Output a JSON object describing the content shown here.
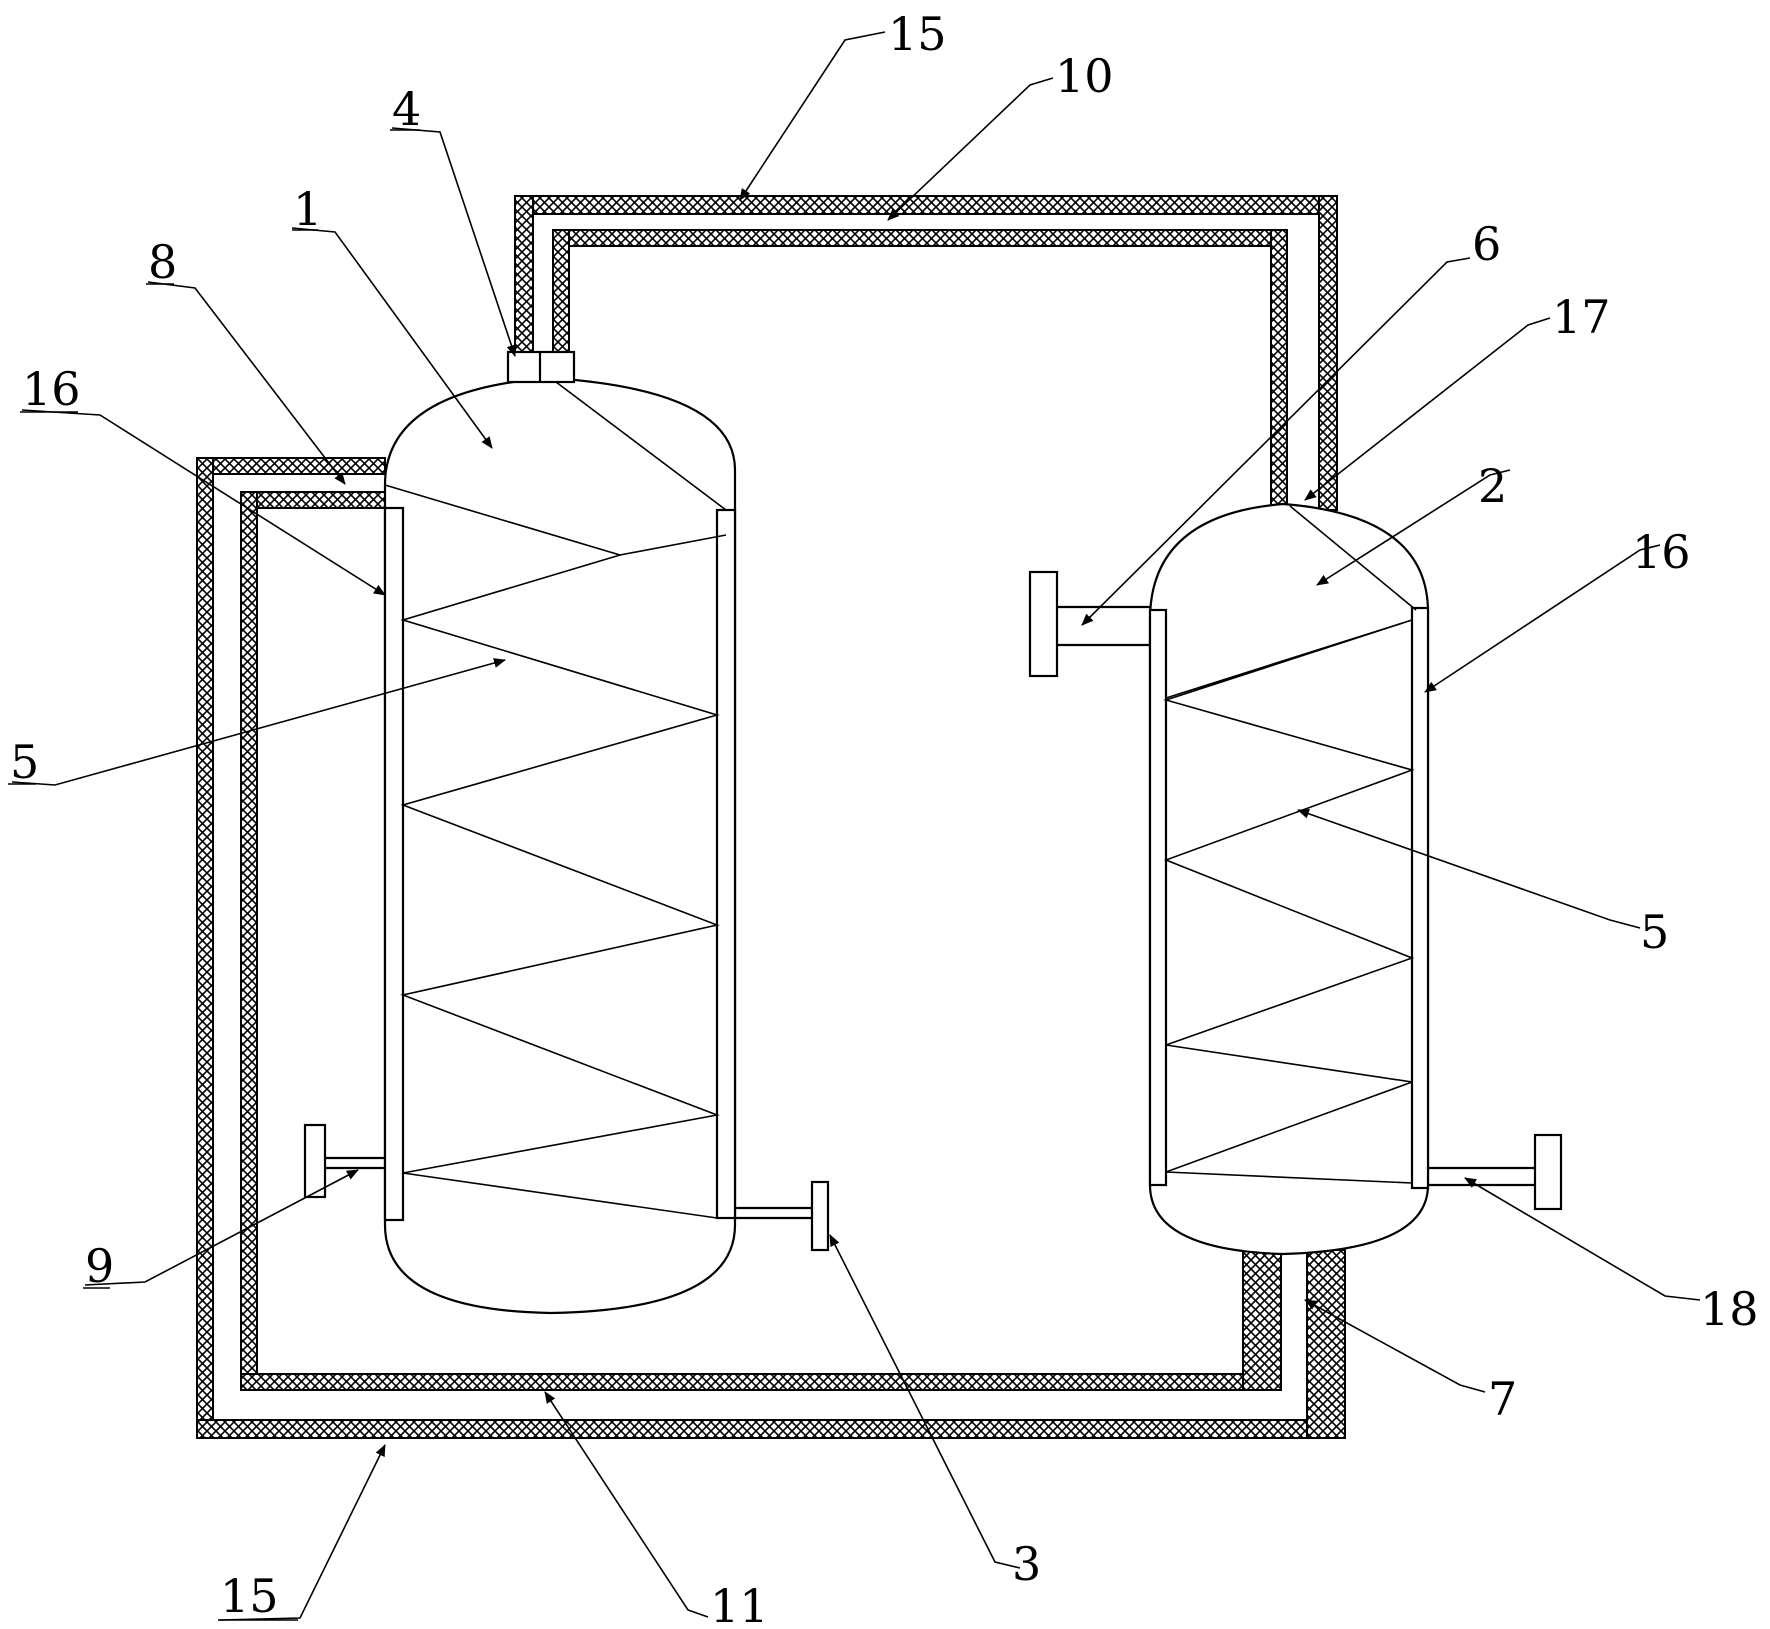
{
  "labels": {
    "l15_top": "15",
    "l10": "10",
    "l4": "4",
    "l1": "1",
    "l8": "8",
    "l16_left": "16",
    "l5_left": "5",
    "l9": "9",
    "l6": "6",
    "l17": "17",
    "l2": "2",
    "l16_right": "16",
    "l5_right": "5",
    "l18": "18",
    "l7": "7",
    "l3": "3",
    "l11": "11",
    "l15_bottom": "15"
  }
}
